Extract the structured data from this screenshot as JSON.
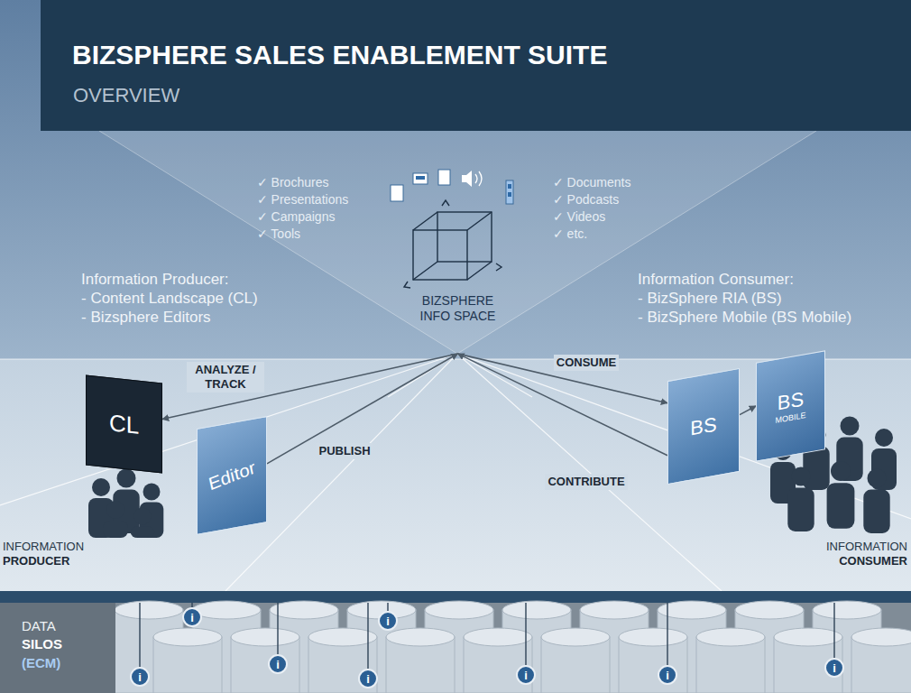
{
  "diagram": {
    "title": "BIZSPHERE SALES ENABLEMENT SUITE",
    "nodes": [
      {
        "text": [
          "BIZSPHERE INFO SPACE"
        ]
      },
      {
        "text": [
          "CL"
        ]
      },
      {
        "text": [
          "Editor"
        ]
      },
      {
        "text": [
          "BS"
        ]
      },
      {
        "text": [
          "BS",
          "MOBILE"
        ]
      },
      {
        "text": [
          "DATA",
          "SILOS",
          "(ECM)"
        ]
      },
      {
        "text": [
          "i"
        ],
        "in": 5
      },
      {
        "text": [
          "i"
        ],
        "in": 5
      },
      {
        "text": [
          "i"
        ],
        "in": 5
      },
      {
        "text": [
          "i"
        ],
        "in": 5
      },
      {
        "text": [
          "i"
        ],
        "in": 5
      },
      {
        "text": [
          "i"
        ],
        "in": 5
      },
      {
        "text": [
          "i"
        ],
        "in": 5
      },
      {
        "text": [
          "i"
        ],
        "in": 5
      }
    ],
    "edges": [
      {
        "from": 0,
        "to": 1,
        "label": "ANALYZE / TRACK",
        "arrow": "to"
      },
      {
        "from": 2,
        "to": 0,
        "label": "PUBLISH",
        "arrow": "to"
      },
      {
        "from": 0,
        "to": 3,
        "label": "CONSUME",
        "arrow": "to"
      },
      {
        "from": 3,
        "to": 0,
        "label": "CONTRIBUTE",
        "arrow": "to"
      },
      {
        "from": 3,
        "to": 4,
        "arrow": "to"
      }
    ],
    "labels": [
      "OVERVIEW",
      "✓ Brochures",
      "✓ Presentations",
      "✓ Campaigns",
      "✓ Tools",
      "✓ Documents",
      "✓ Podcasts",
      "✓ Videos",
      "✓ etc.",
      "Information Producer:",
      "- Content Landscape (CL)",
      "- Bizsphere Editors",
      "Information Consumer:",
      "- BizSphere RIA (BS)",
      "- BizSphere Mobile (BS Mobile)",
      "INFORMATION",
      "PRODUCER",
      "INFORMATION",
      "CONSUMER"
    ]
  }
}
